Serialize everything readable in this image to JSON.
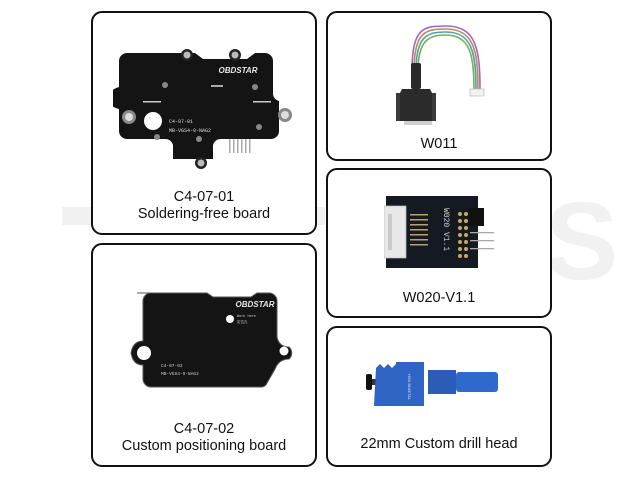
{
  "products": [
    {
      "id": "c4-07-01",
      "code": "C4-07-01",
      "name": "Soldering-free board",
      "board_logo": "OBDSTAR",
      "silkscreen_line1": "C4-07-01",
      "silkscreen_line2": "MB-VGS4-0-NAG2"
    },
    {
      "id": "w011",
      "code": "W011"
    },
    {
      "id": "c4-07-02",
      "code": "C4-07-02",
      "name": "Custom positioning board",
      "board_logo": "OBDSTAR",
      "silkscreen_note1": "Work here",
      "silkscreen_note2": "定位孔",
      "silkscreen_line1": "C4-07-02",
      "silkscreen_line2": "MB-VGS4-0-NAG2"
    },
    {
      "id": "w020",
      "code": "W020-V1.1",
      "board_text": "W020 V1.1"
    },
    {
      "id": "drill",
      "name": "22mm Custom drill head",
      "engraving": "HSS BIMETAL"
    }
  ],
  "colors": {
    "card_border": "#111111",
    "board_black": "#141414",
    "drill_blue": "#2f63c4",
    "background": "#ffffff"
  }
}
